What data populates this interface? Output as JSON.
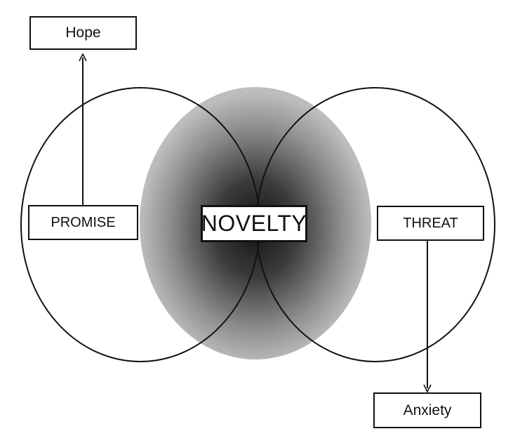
{
  "diagram": {
    "nodes": {
      "hope": "Hope",
      "promise": "PROMISE",
      "novelty": "NOVELTY",
      "threat": "THREAT",
      "anxiety": "Anxiety"
    },
    "edges": [
      {
        "from": "PROMISE",
        "to": "Hope"
      },
      {
        "from": "THREAT",
        "to": "Anxiety"
      }
    ],
    "colors": {
      "stroke": "#111111",
      "background": "#ffffff",
      "shade_center": "#141414",
      "shade_edge": "#bdbdbd"
    }
  }
}
